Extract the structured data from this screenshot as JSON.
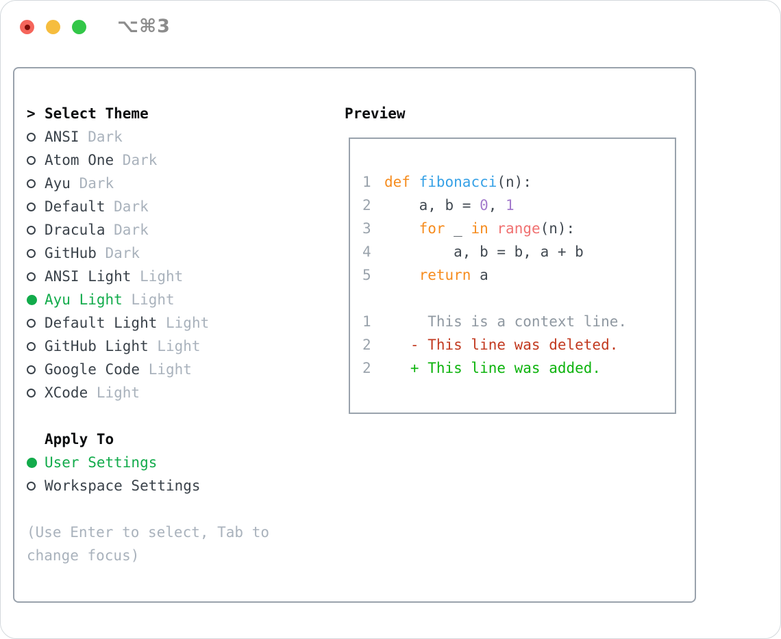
{
  "window": {
    "title": "⌥⌘3"
  },
  "titlebar_icons": [
    "close-icon",
    "minimize-icon",
    "zoom-icon"
  ],
  "theme_selector": {
    "header": {
      "prefix": ">",
      "label": "Select Theme"
    },
    "items": [
      {
        "name": "ANSI",
        "variant": "Dark",
        "selected": false
      },
      {
        "name": "Atom One",
        "variant": "Dark",
        "selected": false
      },
      {
        "name": "Ayu",
        "variant": "Dark",
        "selected": false
      },
      {
        "name": "Default",
        "variant": "Dark",
        "selected": false
      },
      {
        "name": "Dracula",
        "variant": "Dark",
        "selected": false
      },
      {
        "name": "GitHub",
        "variant": "Dark",
        "selected": false
      },
      {
        "name": "ANSI Light",
        "variant": "Light",
        "selected": false
      },
      {
        "name": "Ayu Light",
        "variant": "Light",
        "selected": true
      },
      {
        "name": "Default Light",
        "variant": "Light",
        "selected": false
      },
      {
        "name": "GitHub Light",
        "variant": "Light",
        "selected": false
      },
      {
        "name": "Google Code",
        "variant": "Light",
        "selected": false
      },
      {
        "name": "XCode",
        "variant": "Light",
        "selected": false
      }
    ],
    "apply_to": {
      "label": "Apply To",
      "options": [
        {
          "name": "User Settings",
          "selected": true
        },
        {
          "name": "Workspace Settings",
          "selected": false
        }
      ]
    },
    "hint": "(Use Enter to select, Tab to change focus)"
  },
  "preview": {
    "label": "Preview",
    "code_lines": [
      {
        "num": "1",
        "tokens": [
          {
            "c": "kw",
            "t": "def"
          },
          {
            "c": "plain",
            "t": " "
          },
          {
            "c": "fn",
            "t": "fibonacci"
          },
          {
            "c": "plain",
            "t": "(n):"
          }
        ]
      },
      {
        "num": "2",
        "tokens": [
          {
            "c": "plain",
            "t": "    a, b = "
          },
          {
            "c": "num",
            "t": "0"
          },
          {
            "c": "plain",
            "t": ", "
          },
          {
            "c": "num",
            "t": "1"
          }
        ]
      },
      {
        "num": "3",
        "tokens": [
          {
            "c": "plain",
            "t": "    "
          },
          {
            "c": "kw",
            "t": "for"
          },
          {
            "c": "plain",
            "t": " _ "
          },
          {
            "c": "kw",
            "t": "in"
          },
          {
            "c": "plain",
            "t": " "
          },
          {
            "c": "builtin",
            "t": "range"
          },
          {
            "c": "plain",
            "t": "(n):"
          }
        ]
      },
      {
        "num": "4",
        "tokens": [
          {
            "c": "plain",
            "t": "        a, b = b, a + b"
          }
        ]
      },
      {
        "num": "5",
        "tokens": [
          {
            "c": "plain",
            "t": "    "
          },
          {
            "c": "kw",
            "t": "return"
          },
          {
            "c": "plain",
            "t": " a"
          }
        ]
      }
    ],
    "diff_lines": [
      {
        "num": "1",
        "type": "context",
        "text": "     This is a context line."
      },
      {
        "num": "2",
        "type": "deleted",
        "text": "   - This line was deleted."
      },
      {
        "num": "2",
        "type": "added",
        "text": "   + This line was added."
      }
    ]
  },
  "colors": {
    "keyword_orange": "#f68c1e",
    "function_blue": "#36a1e6",
    "number_purple": "#a37acc",
    "builtin_coral": "#f07171",
    "code_text": "#414951",
    "line_number": "#9aa3ac",
    "context_gray": "#8f98a1",
    "deleted_red": "#c23a20",
    "added_green": "#0db30d",
    "selected_green": "#12ab4b",
    "item_text": "#3a424a",
    "muted_gray": "#a9b2bc",
    "panel_border": "#99a2ac",
    "title_gray": "#8c8c8c",
    "traffic_red": "#f5655b",
    "traffic_yellow": "#f6bd3e",
    "traffic_green": "#33c748"
  }
}
